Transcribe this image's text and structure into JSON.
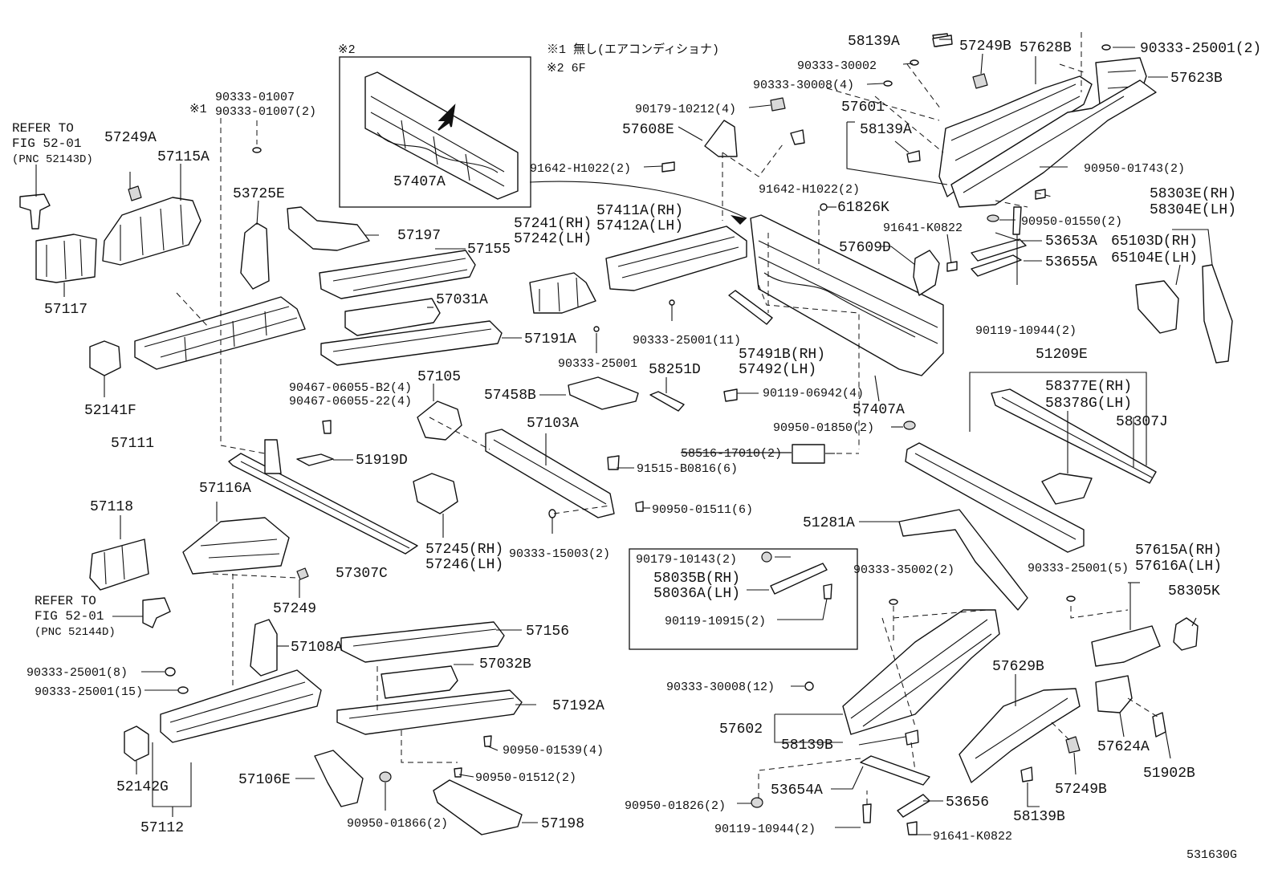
{
  "notes": {
    "note1": "※1 無し(エアコンディショナ)",
    "note2": "※2 6F",
    "inset_mark": "※2",
    "mark1": "※1"
  },
  "refs": {
    "ref1_line1": "REFER TO",
    "ref1_line2": "FIG 52-01",
    "ref1_line3": "(PNC 52143D)",
    "ref2_line1": "REFER TO",
    "ref2_line2": "FIG 52-01",
    "ref2_line3": "(PNC 52144D)"
  },
  "labels": {
    "l58139A_top": "58139A",
    "l57249B_top": "57249B",
    "l57628B": "57628B",
    "l90333_25001_2_top": "90333-25001(2)",
    "l57623B": "57623B",
    "l90333_30002": "90333-30002",
    "l90333_30008_4": "90333-30008(4)",
    "l90179_10212_4": "90179-10212(4)",
    "l57601": "57601",
    "l58139A_mid": "58139A",
    "l57608E": "57608E",
    "l91642_H1022_2_a": "91642-H1022(2)",
    "l90950_01743_2": "90950-01743(2)",
    "l91642_H1022_2_b": "91642-H1022(2)",
    "l61826K": "61826K",
    "l58303E": "58303E(RH)",
    "l58304E": "58304E(LH)",
    "l91641_K0822_a": "91641-K0822",
    "l90950_01550_2": "90950-01550(2)",
    "l53653A": "53653A",
    "l65103D": "65103D(RH)",
    "l65104E": "65104E(LH)",
    "l57609D": "57609D",
    "l53655A": "53655A",
    "l90119_10944_2_a": "90119-10944(2)",
    "l90333_01007": "90333-01007",
    "l90333_01007_2": "90333-01007(2)",
    "l57407A_inset": "57407A",
    "l57249A": "57249A",
    "l57115A": "57115A",
    "l53725E": "53725E",
    "l57197": "57197",
    "l57155": "57155",
    "l57241": "57241(RH)",
    "l57242": "57242(LH)",
    "l57411A": "57411A(RH)",
    "l57412A": "57412A(LH)",
    "l57117": "57117",
    "l57031A": "57031A",
    "l57191A": "57191A",
    "l90333_25001_11": "90333-25001(11)",
    "l57491B": "57491B(RH)",
    "l57492": "57492(LH)",
    "l52141F": "52141F",
    "l90333_25001_mid": "90333-25001",
    "l58251D": "58251D",
    "l51209E": "51209E",
    "l57105": "57105",
    "l90467_a": "90467-06055-B2(4)",
    "l90467_b": "90467-06055-22(4)",
    "l57458B": "57458B",
    "l90119_06942_4": "90119-06942(4)",
    "l57407A_main": "57407A",
    "l58377E": "58377E(RH)",
    "l58378G": "58378G(LH)",
    "l58307J": "58307J",
    "l57111": "57111",
    "l57103A": "57103A",
    "l90950_01850_2": "90950-01850(2)",
    "l58516": "58516-17010(2)",
    "l51919D": "51919D",
    "l91515_B0816_6": "91515-B0816(6)",
    "l57118": "57118",
    "l57116A": "57116A",
    "l90950_01511_6": "90950-01511(6)",
    "l51281A": "51281A",
    "l57245": "57245(RH)",
    "l57246": "57246(LH)",
    "l90333_15003_2": "90333-15003(2)",
    "l90179_10143_2": "90179-10143(2)",
    "l57307C": "57307C",
    "l58035B": "58035B(RH)",
    "l58036A": "58036A(LH)",
    "l90333_35002_2": "90333-35002(2)",
    "l90333_25001_5": "90333-25001(5)",
    "l57615A": "57615A(RH)",
    "l57616A": "57616A(LH)",
    "l57249": "57249",
    "l90119_10915_2": "90119-10915(2)",
    "l58305K": "58305K",
    "l57156": "57156",
    "l90333_25001_8": "90333-25001(8)",
    "l57108A": "57108A",
    "l57032B": "57032B",
    "l57629B": "57629B",
    "l90333_25001_15": "90333-25001(15)",
    "l90333_30008_12": "90333-30008(12)",
    "l57192A": "57192A",
    "l57602": "57602",
    "l58139B_a": "58139B",
    "l57624A": "57624A",
    "l90950_01539_4": "90950-01539(4)",
    "l52142G": "52142G",
    "l57106E": "57106E",
    "l90950_01512_2": "90950-01512(2)",
    "l53654A": "53654A",
    "l57249B_bot": "57249B",
    "l51902B": "51902B",
    "l53656": "53656",
    "l58139B_b": "58139B",
    "l90950_01826_2": "90950-01826(2)",
    "l57112": "57112",
    "l90950_01866_2": "90950-01866(2)",
    "l57198": "57198",
    "l90119_10944_2_b": "90119-10944(2)",
    "l91641_K0822_b": "91641-K0822",
    "figure_code": "531630G"
  }
}
